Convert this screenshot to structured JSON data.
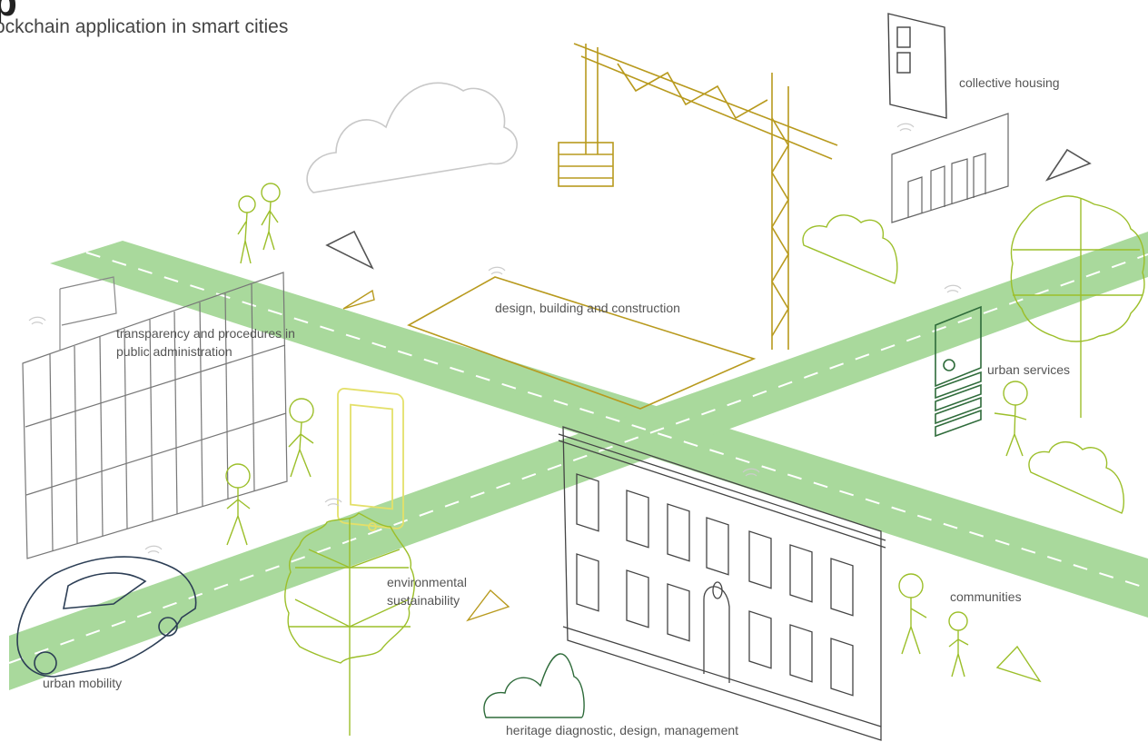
{
  "header": {
    "title": "p",
    "subtitle": "ockchain application in smart cities"
  },
  "labels": {
    "collective_housing": "collective housing",
    "design_building": "design, building and construction",
    "transparency_l1": "transparency and procedures in",
    "transparency_l2": "public administration",
    "urban_services": "urban services",
    "environmental_l1": "environmental",
    "environmental_l2": "sustainability",
    "communities": "communities",
    "urban_mobility": "urban mobility",
    "heritage": "heritage diagnostic, design, management"
  },
  "colors": {
    "road": "#a8d89a",
    "road_dash": "#ffffff",
    "lime": "#9cbf2a",
    "olive": "#b89a1e",
    "gray": "#555555",
    "light_gray": "#bbbbbb",
    "navy": "#2c3e55",
    "dark_green": "#2e6b3a"
  },
  "icons": [
    "wifi-icon",
    "triangle-icon",
    "cloud-icon",
    "tree-icon",
    "person-icon",
    "crane-icon",
    "building-icon",
    "car-icon",
    "tablet-icon",
    "flag-icon",
    "kiosk-icon"
  ]
}
